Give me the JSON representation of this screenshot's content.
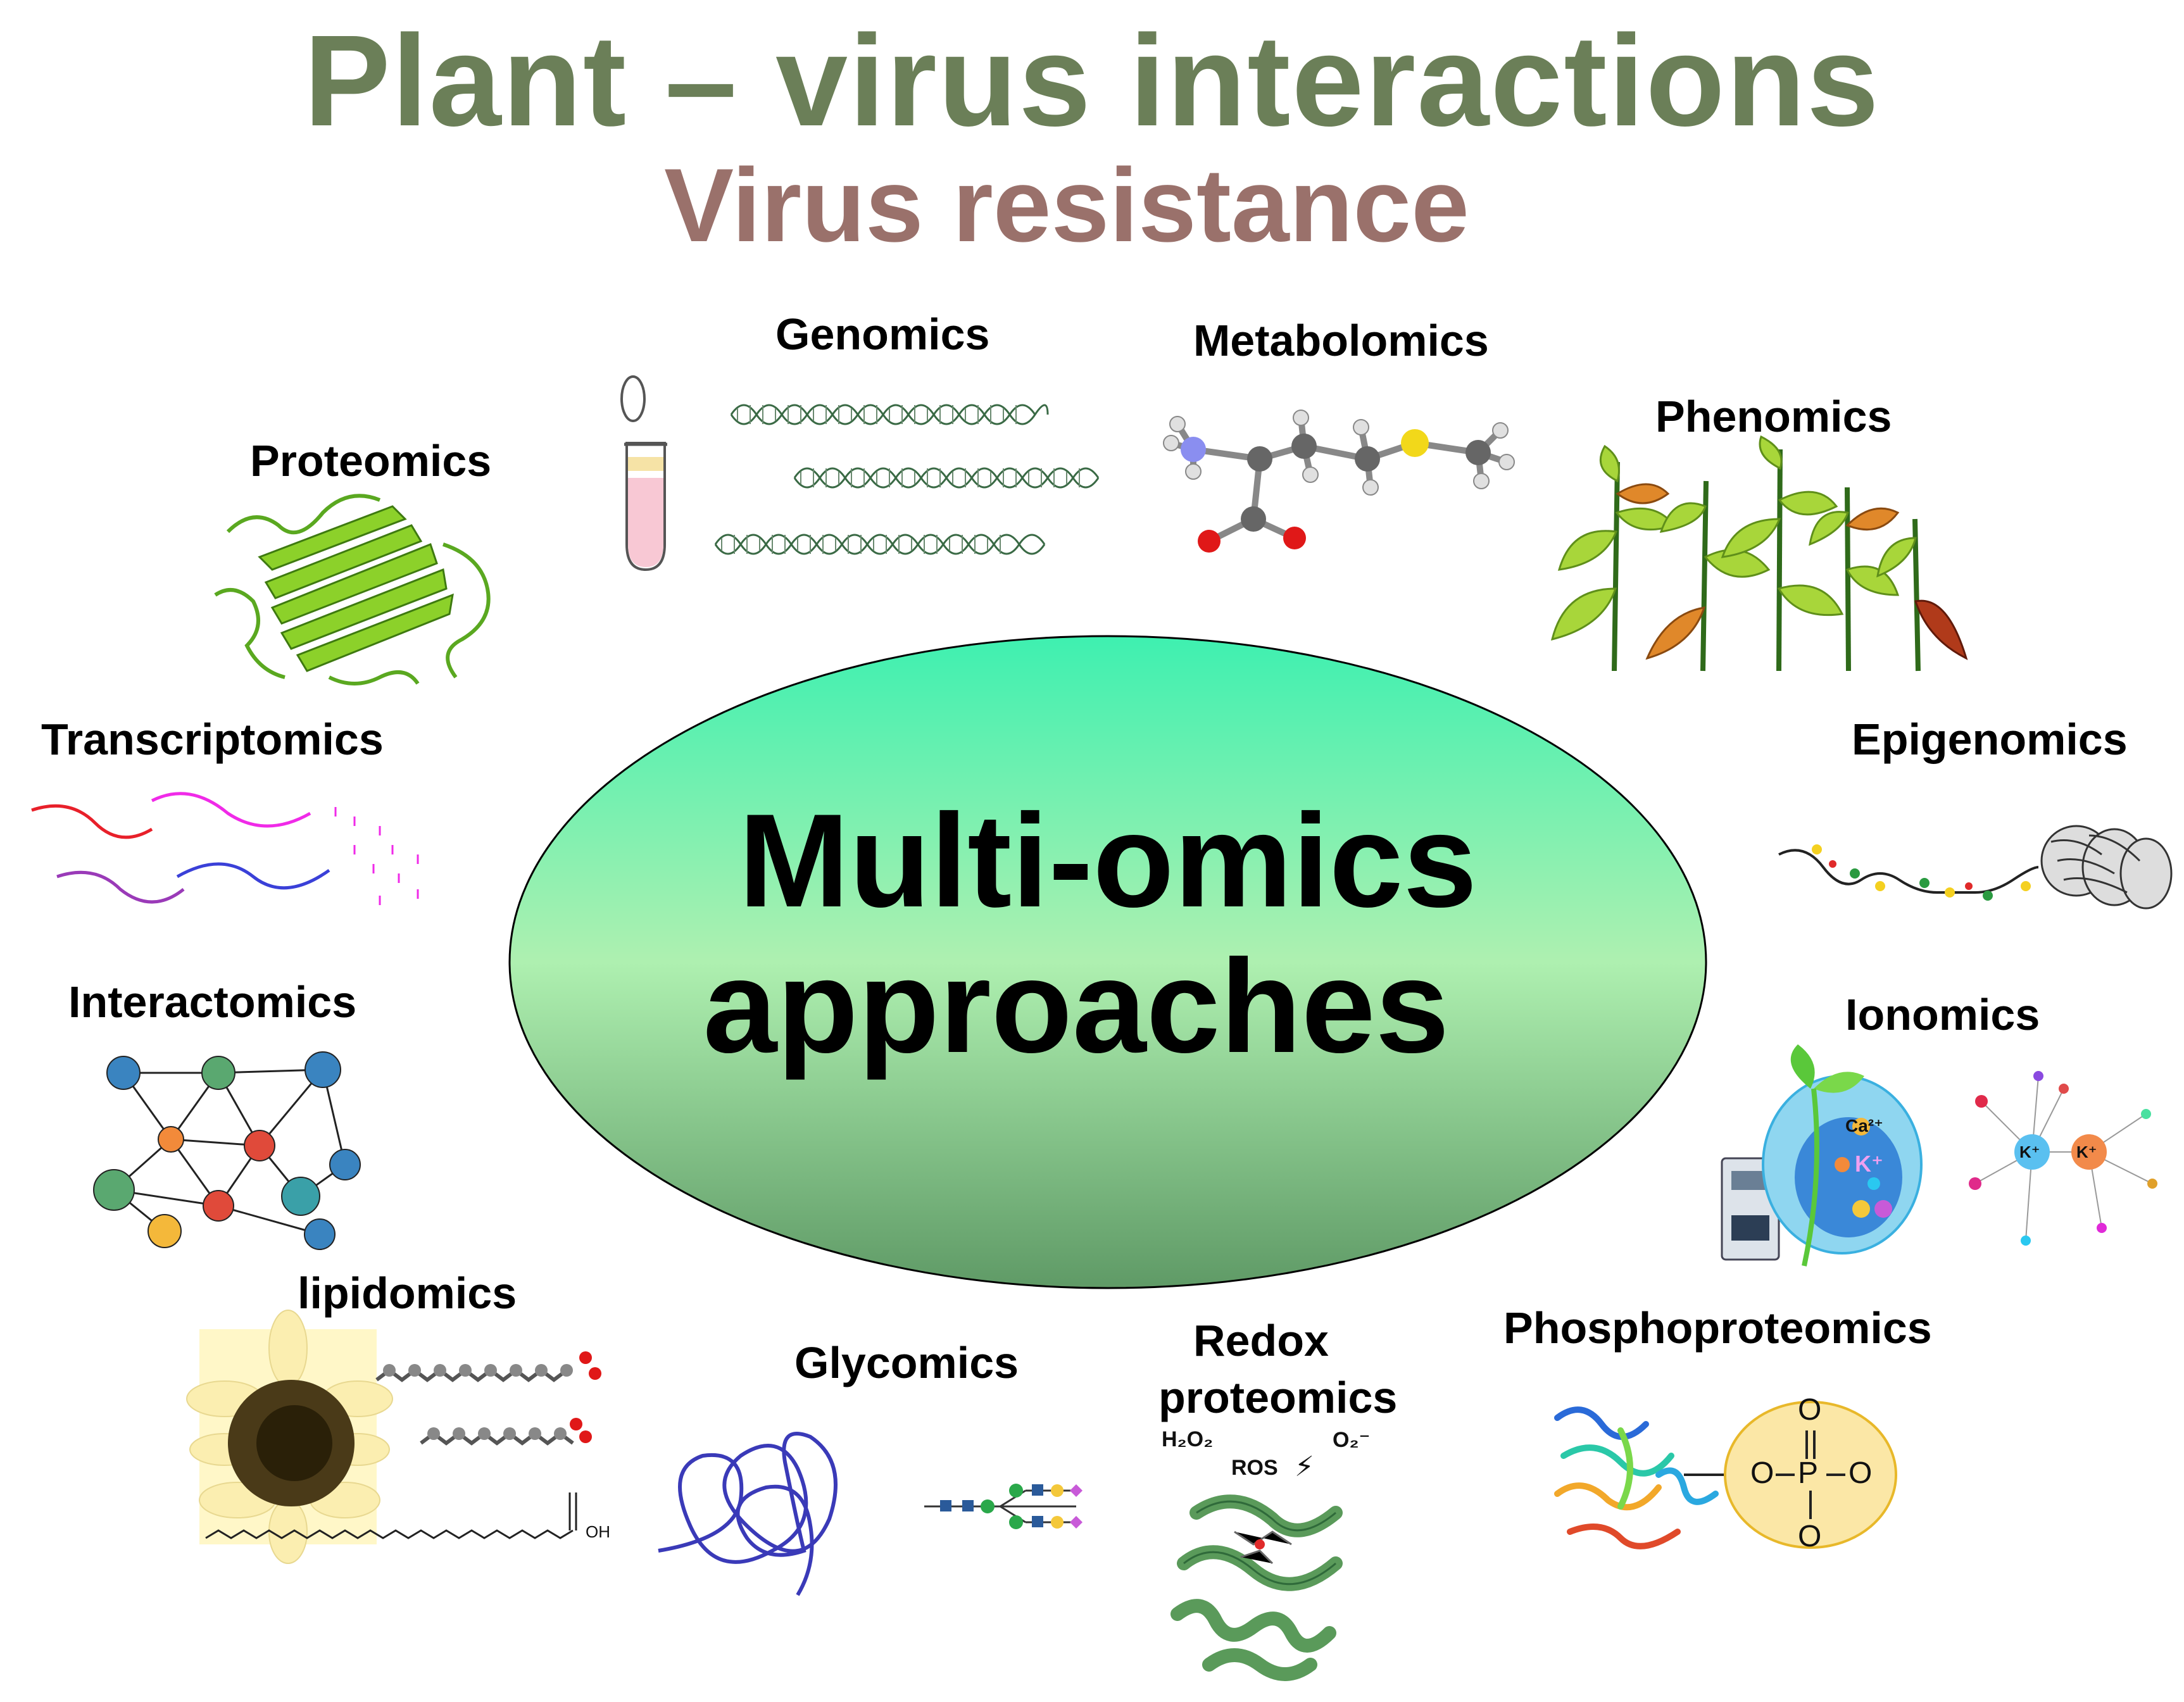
{
  "title": "Plant – virus interactions",
  "subtitle": "Virus resistance",
  "center": {
    "line1": "Multi-omics",
    "line2": "approaches"
  },
  "omics": {
    "genomics": "Genomics",
    "metabolomics": "Metabolomics",
    "proteomics": "Proteomics",
    "phenomics": "Phenomics",
    "transcriptomics": "Transcriptomics",
    "epigenomics": "Epigenomics",
    "interactomics": "Interactomics",
    "ionomics": "Ionomics",
    "lipidomics": "lipidomics",
    "glycomics": "Glycomics",
    "redox_line1": "Redox",
    "redox_line2": "proteomics",
    "phosphoproteomics": "Phosphoproteomics"
  },
  "redox_labels": {
    "h2o2": "H₂O₂",
    "ros": "ROS",
    "o2": "O₂⁻"
  },
  "ionomics_labels": {
    "ca": "Ca²⁺",
    "k": "K⁺"
  },
  "phosphate_atoms": {
    "o": "O",
    "p": "P"
  },
  "lipid_label": "OH",
  "colors": {
    "title": "#6b7f58",
    "subtitle": "#9a716b",
    "ellipse_top": "#3ef0b0",
    "ellipse_mid": "#aef0b0",
    "ellipse_bottom": "#5f9a66"
  }
}
